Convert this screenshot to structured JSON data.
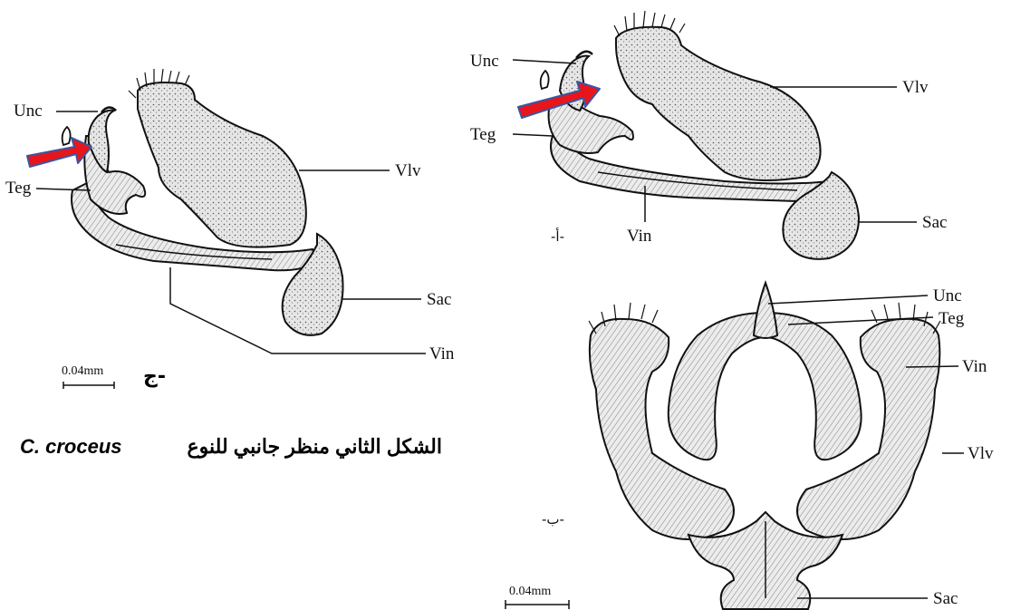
{
  "figure_c": {
    "labels": {
      "unc": "Unc",
      "teg": "Teg",
      "vlv": "Vlv",
      "sac": "Sac",
      "vin": "Vin"
    },
    "panel_letter": "ج-",
    "scale_label": "0.04mm"
  },
  "figure_a": {
    "labels": {
      "unc": "Unc",
      "teg": "Teg",
      "vlv": "Vlv",
      "sac": "Sac",
      "vin": "Vin"
    },
    "panel_letter": "-أ-"
  },
  "figure_b": {
    "labels": {
      "unc": "Unc",
      "teg": "Teg",
      "vin": "Vin",
      "vlv": "Vlv",
      "sac": "Sac"
    },
    "panel_letter": "-ب-",
    "scale_label": "0.04mm"
  },
  "caption": {
    "arabic": "الشكل الثاني منظر جانبي للنوع",
    "species": "C. croceus"
  },
  "colors": {
    "arrow_fill": "#e8151b",
    "arrow_stroke": "#3b55a0",
    "ink": "#111111",
    "stipple": "#d8d8d8"
  }
}
